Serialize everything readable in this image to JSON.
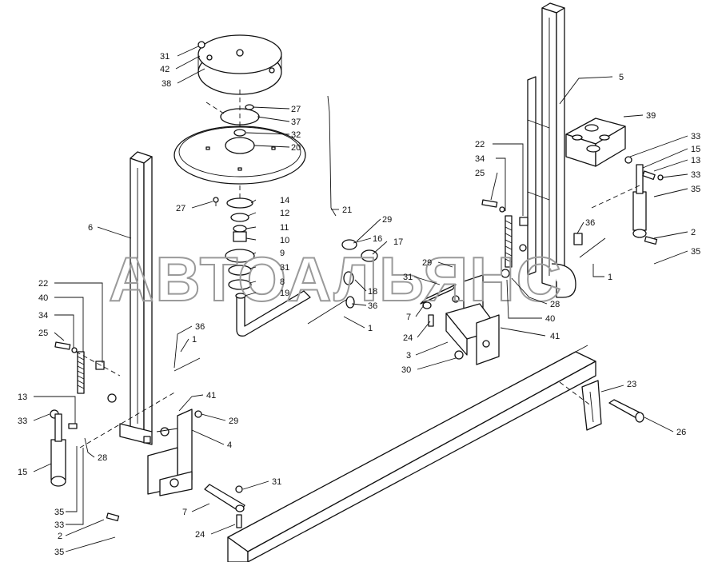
{
  "watermark": "АВТОАЛЬЯНС",
  "callouts": {
    "c31a": "31",
    "c42": "42",
    "c38": "38",
    "c27a": "27",
    "c37": "37",
    "c32": "32",
    "c20": "20",
    "c27b": "27",
    "c14": "14",
    "c12": "12",
    "c11": "11",
    "c10": "10",
    "c9": "9",
    "c31b": "31",
    "c8": "8",
    "c19": "19",
    "c21": "21",
    "c6": "6",
    "c22a": "22",
    "c40a": "40",
    "c34a": "34",
    "c25a": "25",
    "c36a": "36",
    "c1a": "1",
    "c13a": "13",
    "c33a": "33",
    "c15a": "15",
    "c28a": "28",
    "c41a": "41",
    "c29a": "29",
    "c4": "4",
    "c31c": "31",
    "c7a": "7",
    "c24a": "24",
    "c35a": "35",
    "c33b": "33",
    "c2a": "2",
    "c35b": "35",
    "c29b": "29",
    "c16": "16",
    "c17": "17",
    "c18": "18",
    "c36b": "36",
    "c1b": "1",
    "c5": "5",
    "c39": "39",
    "c22b": "22",
    "c34b": "34",
    "c25b": "25",
    "c33c": "33",
    "c15b": "15",
    "c13b": "13",
    "c33d": "33",
    "c35c": "35",
    "c2b": "2",
    "c35d": "35",
    "c36c": "36",
    "c1c": "1",
    "c29c": "29",
    "c31d": "31",
    "c28b": "28",
    "c40b": "40",
    "c7b": "7",
    "c41b": "41",
    "c24b": "24",
    "c3": "3",
    "c30": "30",
    "c23": "23",
    "c26": "26"
  }
}
